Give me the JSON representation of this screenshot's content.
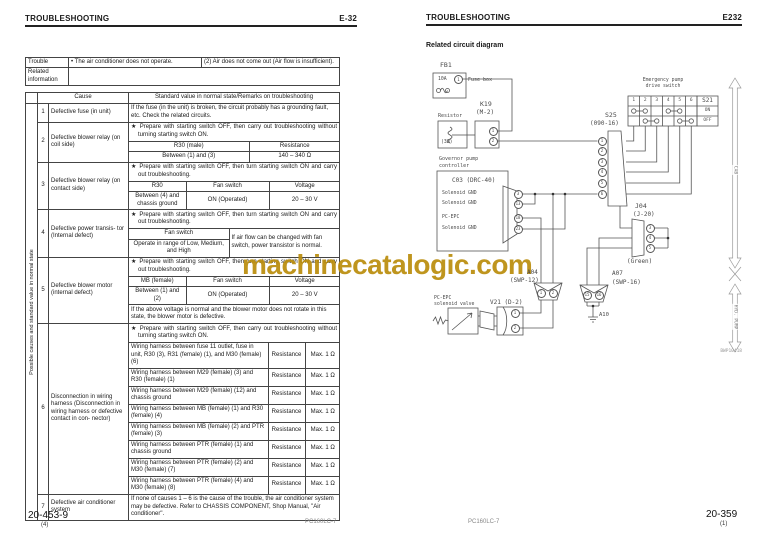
{
  "colors": {
    "watermark_gold": "#bb8e0e",
    "diagram_line": "#555555",
    "table_line": "#444444"
  },
  "watermark": "machinecatalogic.com",
  "left_page": {
    "header": {
      "title": "TROUBLESHOOTING",
      "page": "E-32"
    },
    "trouble_table": {
      "trouble_label": "Trouble",
      "trouble_text": "•  The air conditioner does not operate.",
      "trouble_detail": "(2) Air does not come out (Air flow is insufficient).",
      "related_label": "Related information"
    },
    "main_table": {
      "sidebar_label": "Possible causes and standard value in normal state",
      "header": {
        "cause": "Cause",
        "standard": "Standard value in normal state/Remarks on troubleshooting"
      },
      "rows": {
        "r1": {
          "num": "1",
          "cause": "Defective fuse (in unit)",
          "text": "If the fuse (in the unit) is broken, the circuit probably has a grounding fault, etc. Check the related circuits."
        },
        "r2": {
          "num": "2",
          "cause": "Defective blower relay (on coil side)",
          "star": "★ Prepare with starting switch OFF, then carry out troubleshooting without turning starting switch ON.",
          "h1": "R30 (male)",
          "h2": "Resistance",
          "v1": "Between (1) and (3)",
          "v2": "140 – 340 Ω"
        },
        "r3": {
          "num": "3",
          "cause": "Defective blower relay (on contact side)",
          "star": "★ Prepare with starting switch OFF, then turn starting switch ON and carry out troubleshooting.",
          "h1": "R30",
          "h2": "Fan switch",
          "h3": "Voltage",
          "v1": "Between (4) and chassis ground",
          "v2": "ON (Operated)",
          "v3": "20 – 30 V"
        },
        "r4": {
          "num": "4",
          "cause": "Defective power transis- tor (Internal defect)",
          "star": "★ Prepare with starting switch OFF, then turn starting switch ON and carry out troubleshooting.",
          "h1": "Fan switch",
          "v1": "Operate in range of Low, Medium, and High",
          "note": "If air flow can be changed with fan switch, power transistor is normal."
        },
        "r5": {
          "num": "5",
          "cause": "Defective blower motor (internal defect)",
          "star": "★ Prepare with starting switch OFF, then turn starting switch ON and carry out troubleshooting.",
          "h1": "MB (female)",
          "h2": "Fan switch",
          "h3": "Voltage",
          "v1": "Between (1) and (2)",
          "v2": "ON (Operated)",
          "v3": "20 – 30 V",
          "note": "If the above voltage is normal and the blower motor does not rotate in this state, the blower motor is defective."
        },
        "r6": {
          "num": "6",
          "cause": "Disconnection in wiring harness (Disconnection in wiring harness or defective contact in con- nector)",
          "star": "★ Prepare with starting switch OFF, then carry out troubleshooting without turning starting switch ON.",
          "subs": [
            {
              "d": "Wiring harness between fuse 11 outlet, fuse in unit, R30 (3), R31 (female) (1), and M30 (female) (6)",
              "m": "Resistance",
              "v": "Max. 1 Ω"
            },
            {
              "d": "Wiring harness between M29 (female) (3) and R30 (female) (1)",
              "m": "Resistance",
              "v": "Max. 1 Ω"
            },
            {
              "d": "Wiring harness between M29 (female) (12) and chassis ground",
              "m": "Resistance",
              "v": "Max. 1 Ω"
            },
            {
              "d": "Wiring harness between MB (female) (1) and R30 (female) (4)",
              "m": "Resistance",
              "v": "Max. 1 Ω"
            },
            {
              "d": "Wiring harness between MB (female) (2) and PTR (female) (3)",
              "m": "Resistance",
              "v": "Max. 1 Ω"
            },
            {
              "d": "Wiring harness between PTR (female) (1) and chassis ground",
              "m": "Resistance",
              "v": "Max. 1 Ω"
            },
            {
              "d": "Wiring harness between PTR (female) (2) and M30 (female) (7)",
              "m": "Resistance",
              "v": "Max. 1 Ω"
            },
            {
              "d": "Wiring harness between PTR (female) (4) and M30 (female) (8)",
              "m": "Resistance",
              "v": "Max. 1 Ω"
            }
          ]
        },
        "r7": {
          "num": "7",
          "cause": "Defective air conditioner system",
          "text": "If none of causes 1 – 6 is the cause of the trouble, the air conditioner system may be defective.  Refer to CHASSIS COMPONENT, Shop Manual, \"Air conditioner\"."
        }
      }
    },
    "footer": {
      "page_number": "20-453-9",
      "revision": "(4)",
      "model": "PC160LC-7"
    }
  },
  "right_page": {
    "header": {
      "title": "TROUBLESHOOTING",
      "page": "E232"
    },
    "section_title": "Related circuit diagram",
    "diagram": {
      "fb1": {
        "label": "FB1",
        "amp": "10A",
        "pin": "1",
        "name": "Fuse box"
      },
      "k19": {
        "label": "K19",
        "sub": "(M-2)",
        "pin1": "1",
        "pin2": "2"
      },
      "resistor": {
        "label": "Resistor",
        "value": "(3Ω)"
      },
      "controller": {
        "label1": "Governor pump",
        "label2": "controller",
        "connector": "C03 (DRC-40)",
        "rows": [
          {
            "name": "Solenoid GND",
            "pin": "3"
          },
          {
            "name": "Solenoid GND",
            "pin": "13"
          },
          {
            "name": "PC-EPC",
            "pin": "18"
          },
          {
            "name": "Solenoid GND",
            "pin": "23"
          }
        ]
      },
      "a04": {
        "label": "A04",
        "sub": "(SWP-12)",
        "pin1": "1",
        "pin2": "2"
      },
      "v21": {
        "label": "V21 (D-2)",
        "pin1": "1",
        "pin2": "2",
        "valve1": "PC-EPC",
        "valve2": "solenoid valve"
      },
      "a07": {
        "label": "A07",
        "sub": "(SWP-16)",
        "pin1": "15",
        "pin2": "16"
      },
      "a10": {
        "label": "A10"
      },
      "s25": {
        "label": "S25",
        "sub": "(090-16)",
        "pins": [
          "1",
          "2",
          "3",
          "4",
          "5",
          "6"
        ]
      },
      "switch": {
        "title1": "Emergency pump",
        "title2": "drive switch",
        "cols": [
          "1",
          "2",
          "3",
          "4",
          "5",
          "6"
        ],
        "label": "S21",
        "on": "ON",
        "off": "OFF"
      },
      "j04": {
        "label": "J04",
        "sub": "(J-20)",
        "pins": [
          "3",
          "4",
          "5"
        ],
        "color": "(Green)"
      },
      "cab_arrow": "CAB",
      "pump_arrow": "HYD. PUMP",
      "code": "BWP10418"
    },
    "footer": {
      "model": "PC160LC-7",
      "page_number": "20-359",
      "revision": "(1)"
    }
  }
}
